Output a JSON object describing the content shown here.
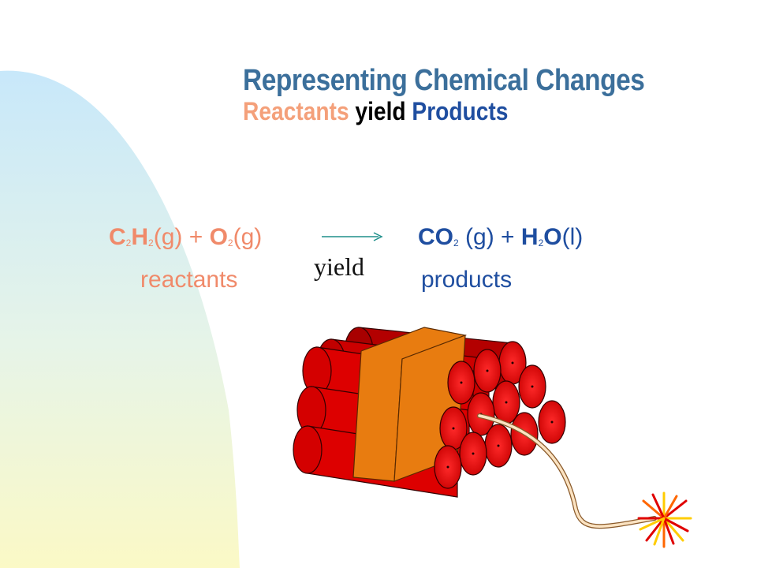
{
  "slide": {
    "title": "Representing Chemical Changes",
    "subtitle": {
      "reactants": "Reactants",
      "yield": "yield",
      "products": "Products"
    }
  },
  "equation": {
    "left": {
      "t1_c": "C",
      "t1_c_sub": "2",
      "t1_h": "H",
      "t1_h_sub": "2",
      "t1_state": "(g) + ",
      "t2_o": "O",
      "t2_o_sub": "2",
      "t2_state": "(g)"
    },
    "right": {
      "t1": "CO",
      "t1_sub": "2",
      "t1_state": " (g) + ",
      "t2_h": "H",
      "t2_h_sub": "2",
      "t2_o": "O",
      "t2_state": "(l)"
    },
    "arrow_label": "yield",
    "reactants_label": "reactants",
    "products_label": "products"
  },
  "colors": {
    "title": "#3b6f9b",
    "reactants": "#f08a6a",
    "products": "#1f4ea0",
    "arrow": "#1e8f8a",
    "dynamite_red": "#e00000",
    "band": "#e87c10"
  },
  "icons": {
    "illustration": "dynamite-bundle-icon",
    "arrow": "yield-arrow-icon"
  }
}
